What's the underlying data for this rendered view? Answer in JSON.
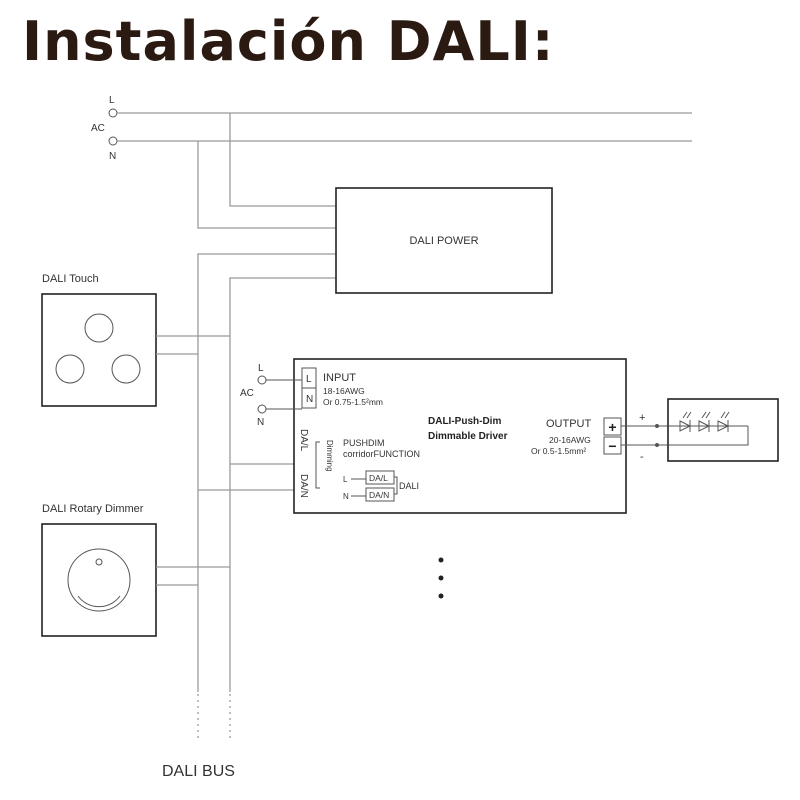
{
  "title": "Instalación DALI:",
  "mains": {
    "l": "L",
    "ac": "AC",
    "n": "N"
  },
  "dali_power": "DALI POWER",
  "dali_touch": "DALI Touch",
  "dali_rotary": "DALI Rotary Dimmer",
  "dali_bus": "DALI BUS",
  "driver": {
    "input_label": "INPUT",
    "input_l": "L",
    "input_n": "N",
    "input_spec1": "18-16AWG",
    "input_spec2": "Or 0.75-1.5²mm",
    "name_line1": "DALI-Push-Dim",
    "name_line2": "Dimmable Driver",
    "output_label": "OUTPUT",
    "output_spec1": "20-16AWG",
    "output_spec2": "Or 0.5-1.5mm²",
    "dal": "DA/L",
    "dan": "DA/N",
    "dimming": "Dimming",
    "pushdim1": "PUSHDIM",
    "pushdim2": "corridorFUNCTION",
    "dal_term": "DA/L",
    "dan_term": "DA/N",
    "dali": "DALI",
    "l_arrow": "L",
    "n_arrow": "N"
  },
  "driver_ac": {
    "l": "L",
    "ac": "AC",
    "n": "N"
  },
  "output_pol": {
    "plus": "+",
    "minus": "-",
    "plus_term": "+",
    "minus_term": "−"
  }
}
